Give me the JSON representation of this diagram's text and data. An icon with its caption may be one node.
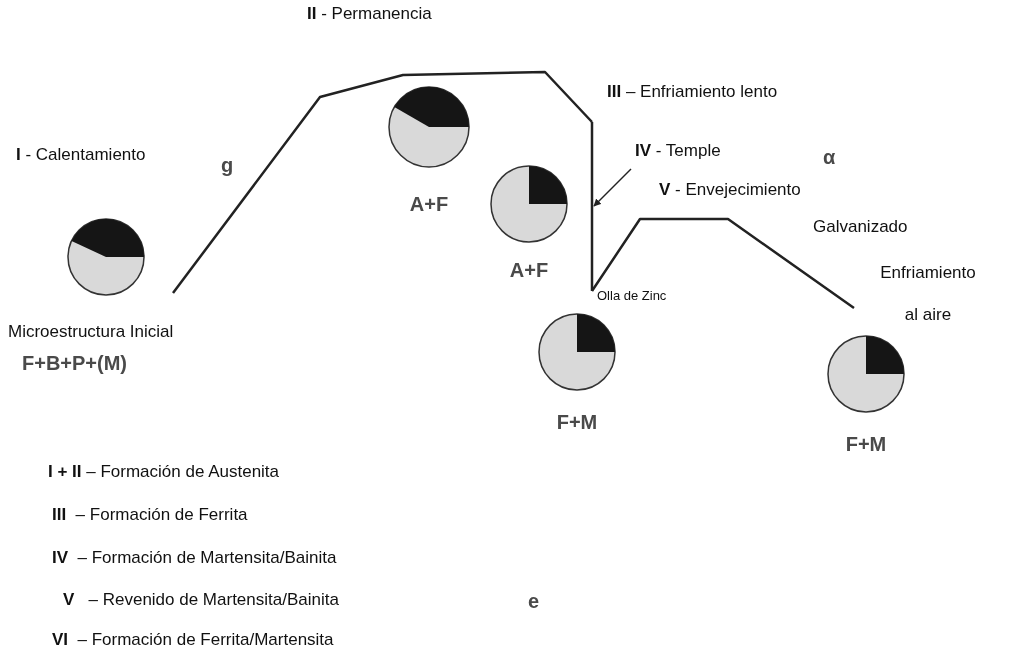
{
  "diagram": {
    "nodes": [
      {
        "text": [
          "Microestructura Inicial",
          "F+B+P+(M)"
        ]
      },
      {
        "text": [
          "A+F"
        ]
      },
      {
        "text": [
          "A+F"
        ]
      },
      {
        "text": [
          "F+M"
        ]
      },
      {
        "text": [
          "F+M"
        ]
      },
      {
        "text": [
          "**IV** - Temple"
        ]
      },
      {
        "text": [],
        "shape": "line"
      }
    ],
    "edges": [
      {
        "from": 5,
        "to": 6,
        "arrow": "to"
      }
    ],
    "labels": [
      "**II** - Permanencia",
      "**III** – Enfriamiento lento",
      "**I** - Calentamiento",
      "g",
      "α",
      "**V** - Envejecimiento",
      "Galvanizado",
      "Enfriamiento al aire",
      "Olla de Zinc",
      "**I + II** – Formación de Austenita",
      "**III**  – Formación de Ferrita",
      "**IV**  – Formación de Martensita/Bainita",
      "**V**   – Revenido de Martensita/Bainita",
      "e",
      "**VI**  – Formación de Ferrita/Martensita"
    ]
  }
}
